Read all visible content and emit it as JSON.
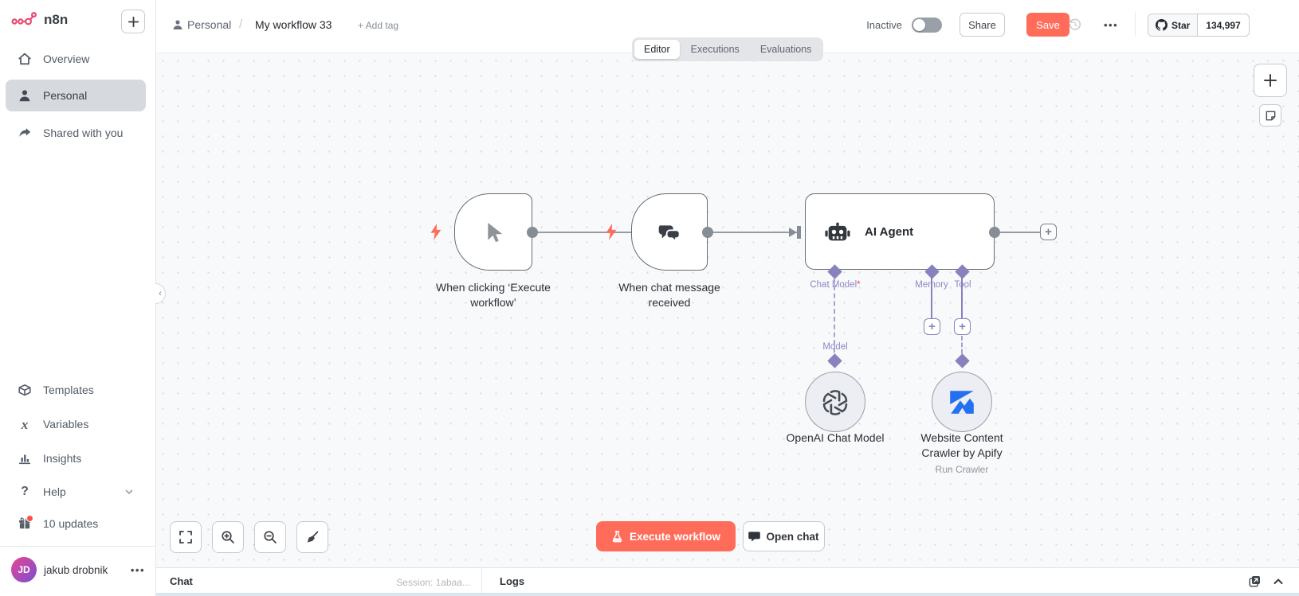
{
  "app": {
    "logo_text": "n8n"
  },
  "sidebar": {
    "nav": {
      "overview": "Overview",
      "personal": "Personal",
      "shared": "Shared with you",
      "templates": "Templates",
      "variables": "Variables",
      "insights": "Insights",
      "help": "Help",
      "updates": "10 updates"
    },
    "user": {
      "initials": "JD",
      "name": "jakub drobnik"
    }
  },
  "header": {
    "breadcrumb": {
      "project": "Personal",
      "separator": "/",
      "workflow_title": "My workflow 33",
      "add_tag": "+ Add tag"
    },
    "activation_label": "Inactive",
    "share_label": "Share",
    "save_label": "Save",
    "github": {
      "star_label": "Star",
      "star_count": "134,997"
    }
  },
  "tabs": {
    "editor": "Editor",
    "executions": "Executions",
    "evaluations": "Evaluations"
  },
  "canvas": {
    "nodes": {
      "trigger_manual": {
        "label": "When clicking ‘Execute workflow’"
      },
      "trigger_chat": {
        "label": "When chat message received"
      },
      "agent": {
        "title": "AI Agent"
      },
      "openai": {
        "label": "OpenAI Chat Model"
      },
      "crawler": {
        "label": "Website Content Crawler by Apify",
        "sublabel": "Run Crawler"
      }
    },
    "ports": {
      "chat_model": "Chat Model",
      "required_marker": "*",
      "memory": "Memory",
      "tool": "Tool",
      "model": "Model"
    }
  },
  "controls": {
    "execute_label": "Execute workflow",
    "open_chat_label": "Open chat"
  },
  "bottom_bar": {
    "chat_label": "Chat",
    "session_label": "Session: 1abaa...",
    "logs_label": "Logs"
  },
  "colors": {
    "accent": "#ff6d5a",
    "brand": "#ea4b71",
    "ai_connection": "#8782be",
    "node_border": "#676c72",
    "required": "#e5484d",
    "apify_blue": "#2470f2",
    "sidebar_active_bg": "#d6dade"
  }
}
